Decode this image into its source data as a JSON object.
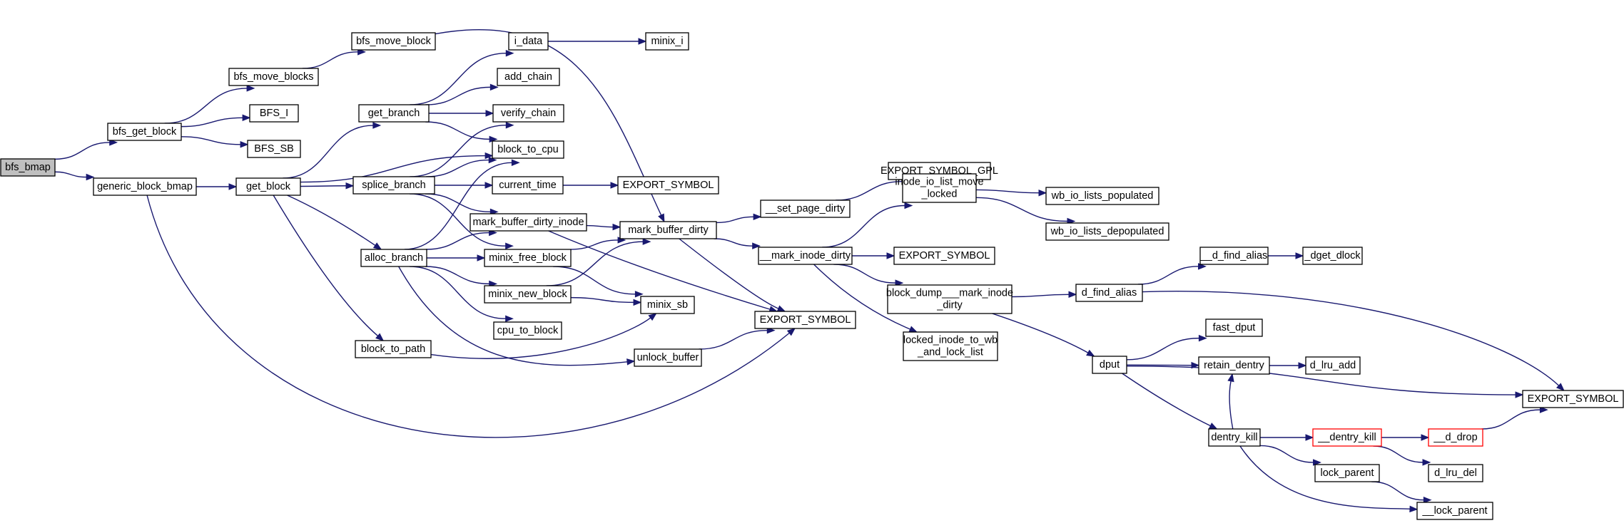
{
  "graph": {
    "nodes": [
      {
        "id": "bfs_bmap",
        "lines": [
          "bfs_bmap"
        ],
        "style": "root"
      },
      {
        "id": "bfs_get_block",
        "lines": [
          "bfs_get_block"
        ]
      },
      {
        "id": "generic_block_bmap",
        "lines": [
          "generic_block_bmap"
        ]
      },
      {
        "id": "bfs_move_blocks",
        "lines": [
          "bfs_move_blocks"
        ]
      },
      {
        "id": "bfs_move_block",
        "lines": [
          "bfs_move_block"
        ]
      },
      {
        "id": "BFS_I",
        "lines": [
          "BFS_I"
        ]
      },
      {
        "id": "BFS_SB",
        "lines": [
          "BFS_SB"
        ]
      },
      {
        "id": "get_block",
        "lines": [
          "get_block"
        ]
      },
      {
        "id": "get_branch",
        "lines": [
          "get_branch"
        ]
      },
      {
        "id": "i_data",
        "lines": [
          "i_data"
        ]
      },
      {
        "id": "minix_i",
        "lines": [
          "minix_i"
        ]
      },
      {
        "id": "add_chain",
        "lines": [
          "add_chain"
        ]
      },
      {
        "id": "verify_chain",
        "lines": [
          "verify_chain"
        ]
      },
      {
        "id": "block_to_cpu",
        "lines": [
          "block_to_cpu"
        ]
      },
      {
        "id": "splice_branch",
        "lines": [
          "splice_branch"
        ]
      },
      {
        "id": "current_time",
        "lines": [
          "current_time"
        ]
      },
      {
        "id": "export_symbol_a",
        "lines": [
          "EXPORT_SYMBOL"
        ]
      },
      {
        "id": "mark_buffer_dirty_inode",
        "lines": [
          "mark_buffer_dirty_inode"
        ]
      },
      {
        "id": "alloc_branch",
        "lines": [
          "alloc_branch"
        ]
      },
      {
        "id": "minix_free_block",
        "lines": [
          "minix_free_block"
        ]
      },
      {
        "id": "minix_new_block",
        "lines": [
          "minix_new_block"
        ]
      },
      {
        "id": "cpu_to_block",
        "lines": [
          "cpu_to_block"
        ]
      },
      {
        "id": "minix_sb",
        "lines": [
          "minix_sb"
        ]
      },
      {
        "id": "block_to_path",
        "lines": [
          "block_to_path"
        ]
      },
      {
        "id": "unlock_buffer",
        "lines": [
          "unlock_buffer"
        ]
      },
      {
        "id": "mark_buffer_dirty",
        "lines": [
          "mark_buffer_dirty"
        ]
      },
      {
        "id": "export_symbol_b",
        "lines": [
          "EXPORT_SYMBOL"
        ]
      },
      {
        "id": "set_page_dirty",
        "lines": [
          "__set_page_dirty"
        ]
      },
      {
        "id": "export_symbol_gpl",
        "lines": [
          "EXPORT_SYMBOL_GPL"
        ]
      },
      {
        "id": "mark_inode_dirty",
        "lines": [
          "__mark_inode_dirty"
        ]
      },
      {
        "id": "inode_io_list_move_locked",
        "lines": [
          "inode_io_list_move",
          "_locked"
        ]
      },
      {
        "id": "wb_io_lists_populated",
        "lines": [
          "wb_io_lists_populated"
        ]
      },
      {
        "id": "wb_io_lists_depopulated",
        "lines": [
          "wb_io_lists_depopulated"
        ]
      },
      {
        "id": "export_symbol_c",
        "lines": [
          "EXPORT_SYMBOL"
        ]
      },
      {
        "id": "block_dump_mark_inode_dirty",
        "lines": [
          "block_dump___mark_inode",
          "_dirty"
        ]
      },
      {
        "id": "locked_inode_to_wb_and_lock_list",
        "lines": [
          "locked_inode_to_wb",
          "_and_lock_list"
        ]
      },
      {
        "id": "d_find_alias_inner",
        "lines": [
          "__d_find_alias"
        ]
      },
      {
        "id": "dget_dlock",
        "lines": [
          "_dget_dlock"
        ]
      },
      {
        "id": "d_find_alias",
        "lines": [
          "d_find_alias"
        ]
      },
      {
        "id": "dput",
        "lines": [
          "dput"
        ]
      },
      {
        "id": "fast_dput",
        "lines": [
          "fast_dput"
        ]
      },
      {
        "id": "retain_dentry",
        "lines": [
          "retain_dentry"
        ]
      },
      {
        "id": "d_lru_add",
        "lines": [
          "d_lru_add"
        ]
      },
      {
        "id": "export_symbol_d",
        "lines": [
          "EXPORT_SYMBOL"
        ]
      },
      {
        "id": "dentry_kill",
        "lines": [
          "dentry_kill"
        ]
      },
      {
        "id": "dentry_kill_inner",
        "lines": [
          "__dentry_kill"
        ],
        "style": "red"
      },
      {
        "id": "d_drop_inner",
        "lines": [
          "__d_drop"
        ],
        "style": "red"
      },
      {
        "id": "d_lru_del",
        "lines": [
          "d_lru_del"
        ]
      },
      {
        "id": "lock_parent",
        "lines": [
          "lock_parent"
        ]
      },
      {
        "id": "lock_parent_inner",
        "lines": [
          "__lock_parent"
        ]
      }
    ],
    "edges": [
      [
        "bfs_bmap",
        "bfs_get_block"
      ],
      [
        "bfs_bmap",
        "generic_block_bmap"
      ],
      [
        "bfs_get_block",
        "bfs_move_blocks"
      ],
      [
        "bfs_get_block",
        "BFS_I"
      ],
      [
        "bfs_get_block",
        "BFS_SB"
      ],
      [
        "bfs_move_blocks",
        "bfs_move_block"
      ],
      [
        "bfs_move_block",
        "mark_buffer_dirty"
      ],
      [
        "generic_block_bmap",
        "get_block"
      ],
      [
        "generic_block_bmap",
        "export_symbol_b"
      ],
      [
        "get_block",
        "get_branch"
      ],
      [
        "get_block",
        "block_to_cpu"
      ],
      [
        "get_block",
        "splice_branch"
      ],
      [
        "get_block",
        "alloc_branch"
      ],
      [
        "get_block",
        "block_to_path"
      ],
      [
        "get_branch",
        "i_data"
      ],
      [
        "get_branch",
        "add_chain"
      ],
      [
        "get_branch",
        "verify_chain"
      ],
      [
        "get_branch",
        "block_to_cpu"
      ],
      [
        "i_data",
        "minix_i"
      ],
      [
        "splice_branch",
        "verify_chain"
      ],
      [
        "splice_branch",
        "block_to_cpu"
      ],
      [
        "splice_branch",
        "current_time"
      ],
      [
        "splice_branch",
        "mark_buffer_dirty_inode"
      ],
      [
        "splice_branch",
        "minix_free_block"
      ],
      [
        "current_time",
        "export_symbol_a"
      ],
      [
        "mark_buffer_dirty_inode",
        "mark_buffer_dirty"
      ],
      [
        "mark_buffer_dirty_inode",
        "export_symbol_b"
      ],
      [
        "alloc_branch",
        "block_to_cpu"
      ],
      [
        "alloc_branch",
        "mark_buffer_dirty_inode"
      ],
      [
        "alloc_branch",
        "minix_free_block"
      ],
      [
        "alloc_branch",
        "minix_new_block"
      ],
      [
        "alloc_branch",
        "cpu_to_block"
      ],
      [
        "alloc_branch",
        "unlock_buffer"
      ],
      [
        "minix_free_block",
        "mark_buffer_dirty"
      ],
      [
        "minix_free_block",
        "minix_sb"
      ],
      [
        "minix_new_block",
        "mark_buffer_dirty"
      ],
      [
        "minix_new_block",
        "minix_sb"
      ],
      [
        "block_to_path",
        "minix_sb"
      ],
      [
        "unlock_buffer",
        "export_symbol_b"
      ],
      [
        "mark_buffer_dirty",
        "set_page_dirty"
      ],
      [
        "mark_buffer_dirty",
        "mark_inode_dirty"
      ],
      [
        "mark_buffer_dirty",
        "export_symbol_b"
      ],
      [
        "set_page_dirty",
        "export_symbol_gpl"
      ],
      [
        "mark_inode_dirty",
        "inode_io_list_move_locked"
      ],
      [
        "mark_inode_dirty",
        "export_symbol_c"
      ],
      [
        "mark_inode_dirty",
        "block_dump_mark_inode_dirty"
      ],
      [
        "mark_inode_dirty",
        "locked_inode_to_wb_and_lock_list"
      ],
      [
        "inode_io_list_move_locked",
        "wb_io_lists_populated"
      ],
      [
        "inode_io_list_move_locked",
        "wb_io_lists_depopulated"
      ],
      [
        "block_dump_mark_inode_dirty",
        "d_find_alias"
      ],
      [
        "block_dump_mark_inode_dirty",
        "dput"
      ],
      [
        "d_find_alias",
        "d_find_alias_inner"
      ],
      [
        "d_find_alias",
        "export_symbol_d"
      ],
      [
        "d_find_alias_inner",
        "dget_dlock"
      ],
      [
        "dput",
        "fast_dput"
      ],
      [
        "dput",
        "retain_dentry"
      ],
      [
        "dput",
        "export_symbol_d"
      ],
      [
        "dput",
        "dentry_kill"
      ],
      [
        "retain_dentry",
        "d_lru_add"
      ],
      [
        "dentry_kill",
        "retain_dentry"
      ],
      [
        "dentry_kill",
        "dentry_kill_inner"
      ],
      [
        "dentry_kill",
        "lock_parent"
      ],
      [
        "dentry_kill",
        "lock_parent_inner"
      ],
      [
        "dentry_kill_inner",
        "d_drop_inner"
      ],
      [
        "dentry_kill_inner",
        "d_lru_del"
      ],
      [
        "d_drop_inner",
        "export_symbol_d"
      ],
      [
        "lock_parent",
        "lock_parent_inner"
      ]
    ]
  }
}
